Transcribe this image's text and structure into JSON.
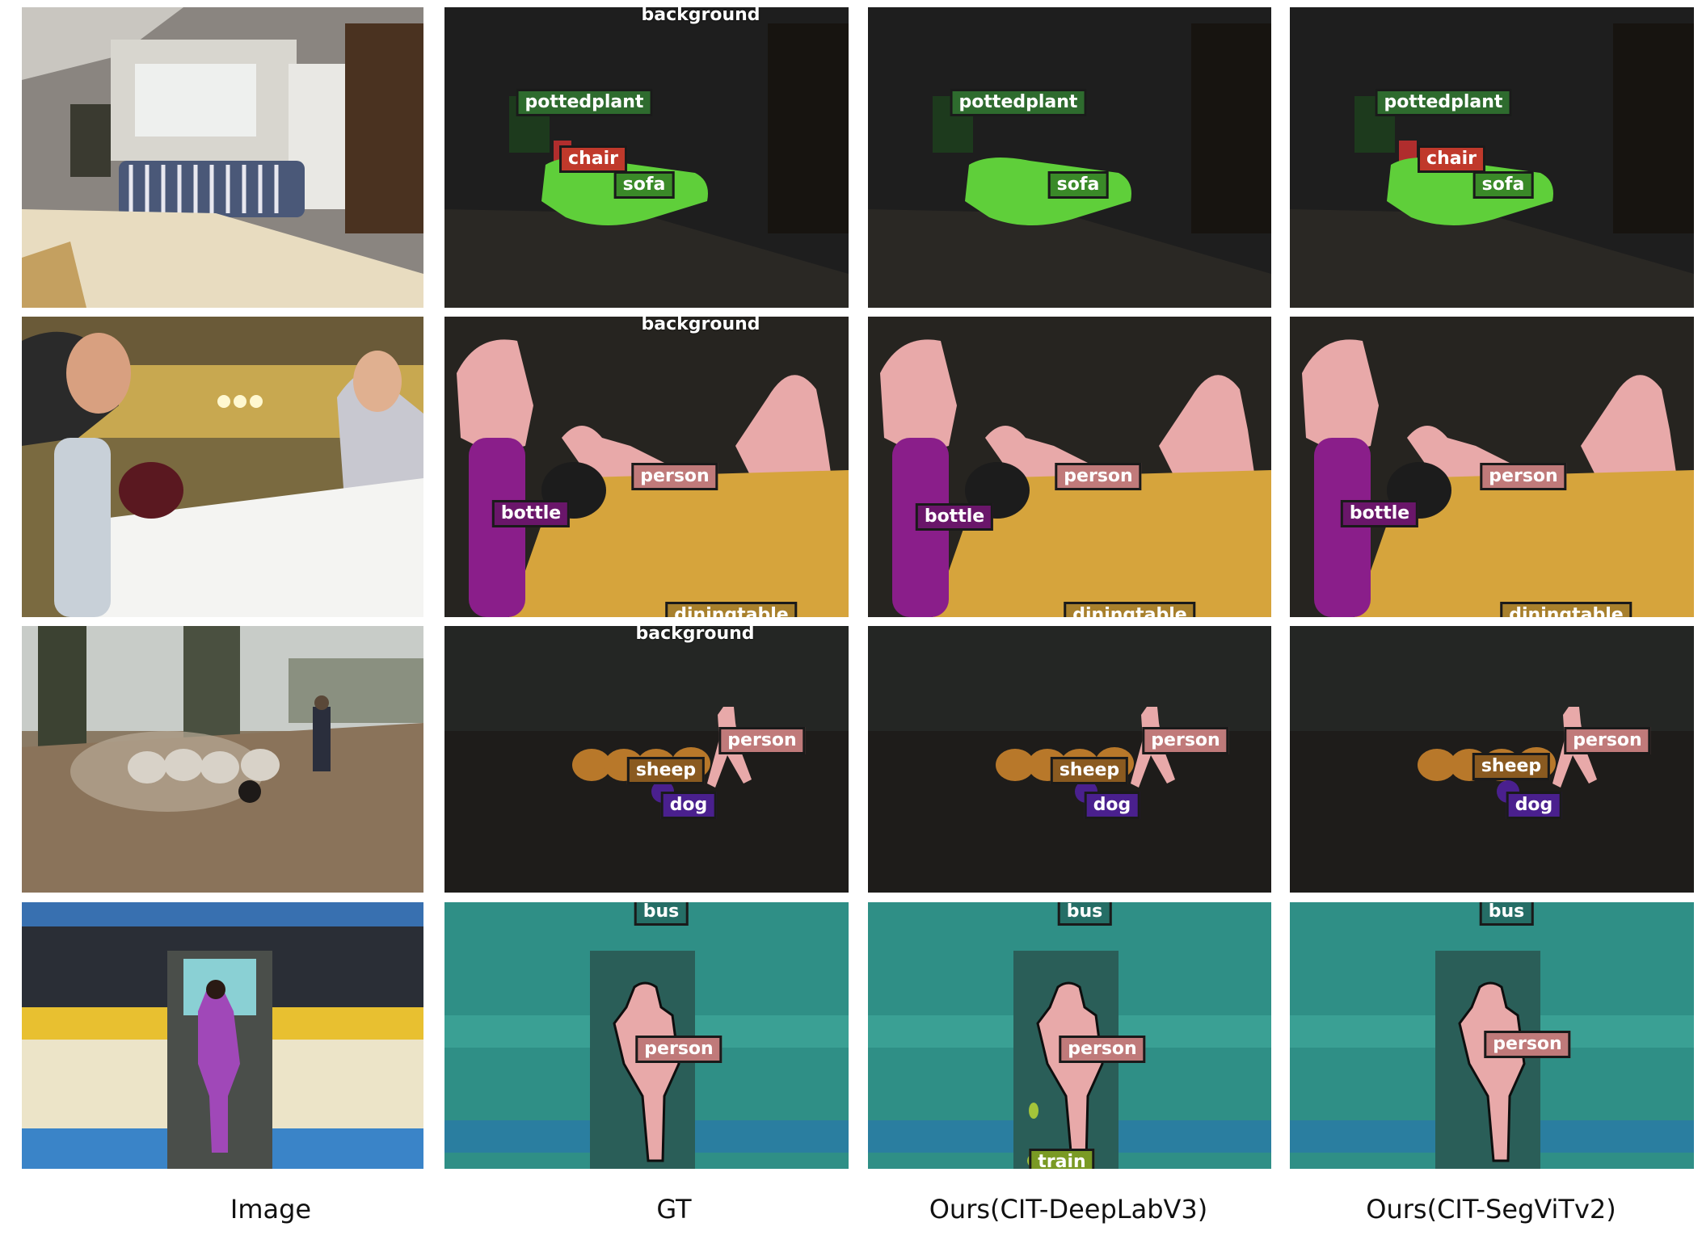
{
  "columns": [
    "Image",
    "GT",
    "Ours(CIT-DeepLabV3)",
    "Ours(CIT-SegViTv2)"
  ],
  "rows": [
    {
      "scene": "living-room",
      "gt_labels": [
        "background",
        "pottedplant",
        "chair",
        "sofa"
      ],
      "deeplab_labels": [
        "pottedplant",
        "sofa"
      ],
      "segvit_labels": [
        "pottedplant",
        "chair",
        "sofa"
      ]
    },
    {
      "scene": "dining-room",
      "gt_labels": [
        "background",
        "person",
        "bottle",
        "diningtable"
      ],
      "deeplab_labels": [
        "person",
        "bottle",
        "diningtable"
      ],
      "segvit_labels": [
        "person",
        "bottle",
        "diningtable"
      ]
    },
    {
      "scene": "sheep-field",
      "gt_labels": [
        "background",
        "person",
        "sheep",
        "dog"
      ],
      "deeplab_labels": [
        "person",
        "sheep",
        "dog"
      ],
      "segvit_labels": [
        "person",
        "sheep",
        "dog"
      ]
    },
    {
      "scene": "bus-door",
      "gt_labels": [
        "bus",
        "person"
      ],
      "deeplab_labels": [
        "bus",
        "person",
        "train"
      ],
      "segvit_labels": [
        "bus",
        "person"
      ]
    }
  ],
  "colors": {
    "pottedplant": "#2e6b2e",
    "chair": "#c0392b",
    "sofa": "#5fcf3a",
    "person": "#e8a9a9",
    "bottle": "#8a1e8a",
    "diningtable": "#d6a43c",
    "sheep": "#b8782a",
    "dog": "#4a208e",
    "bus": "#2f8f86",
    "train": "#a4c43a"
  }
}
